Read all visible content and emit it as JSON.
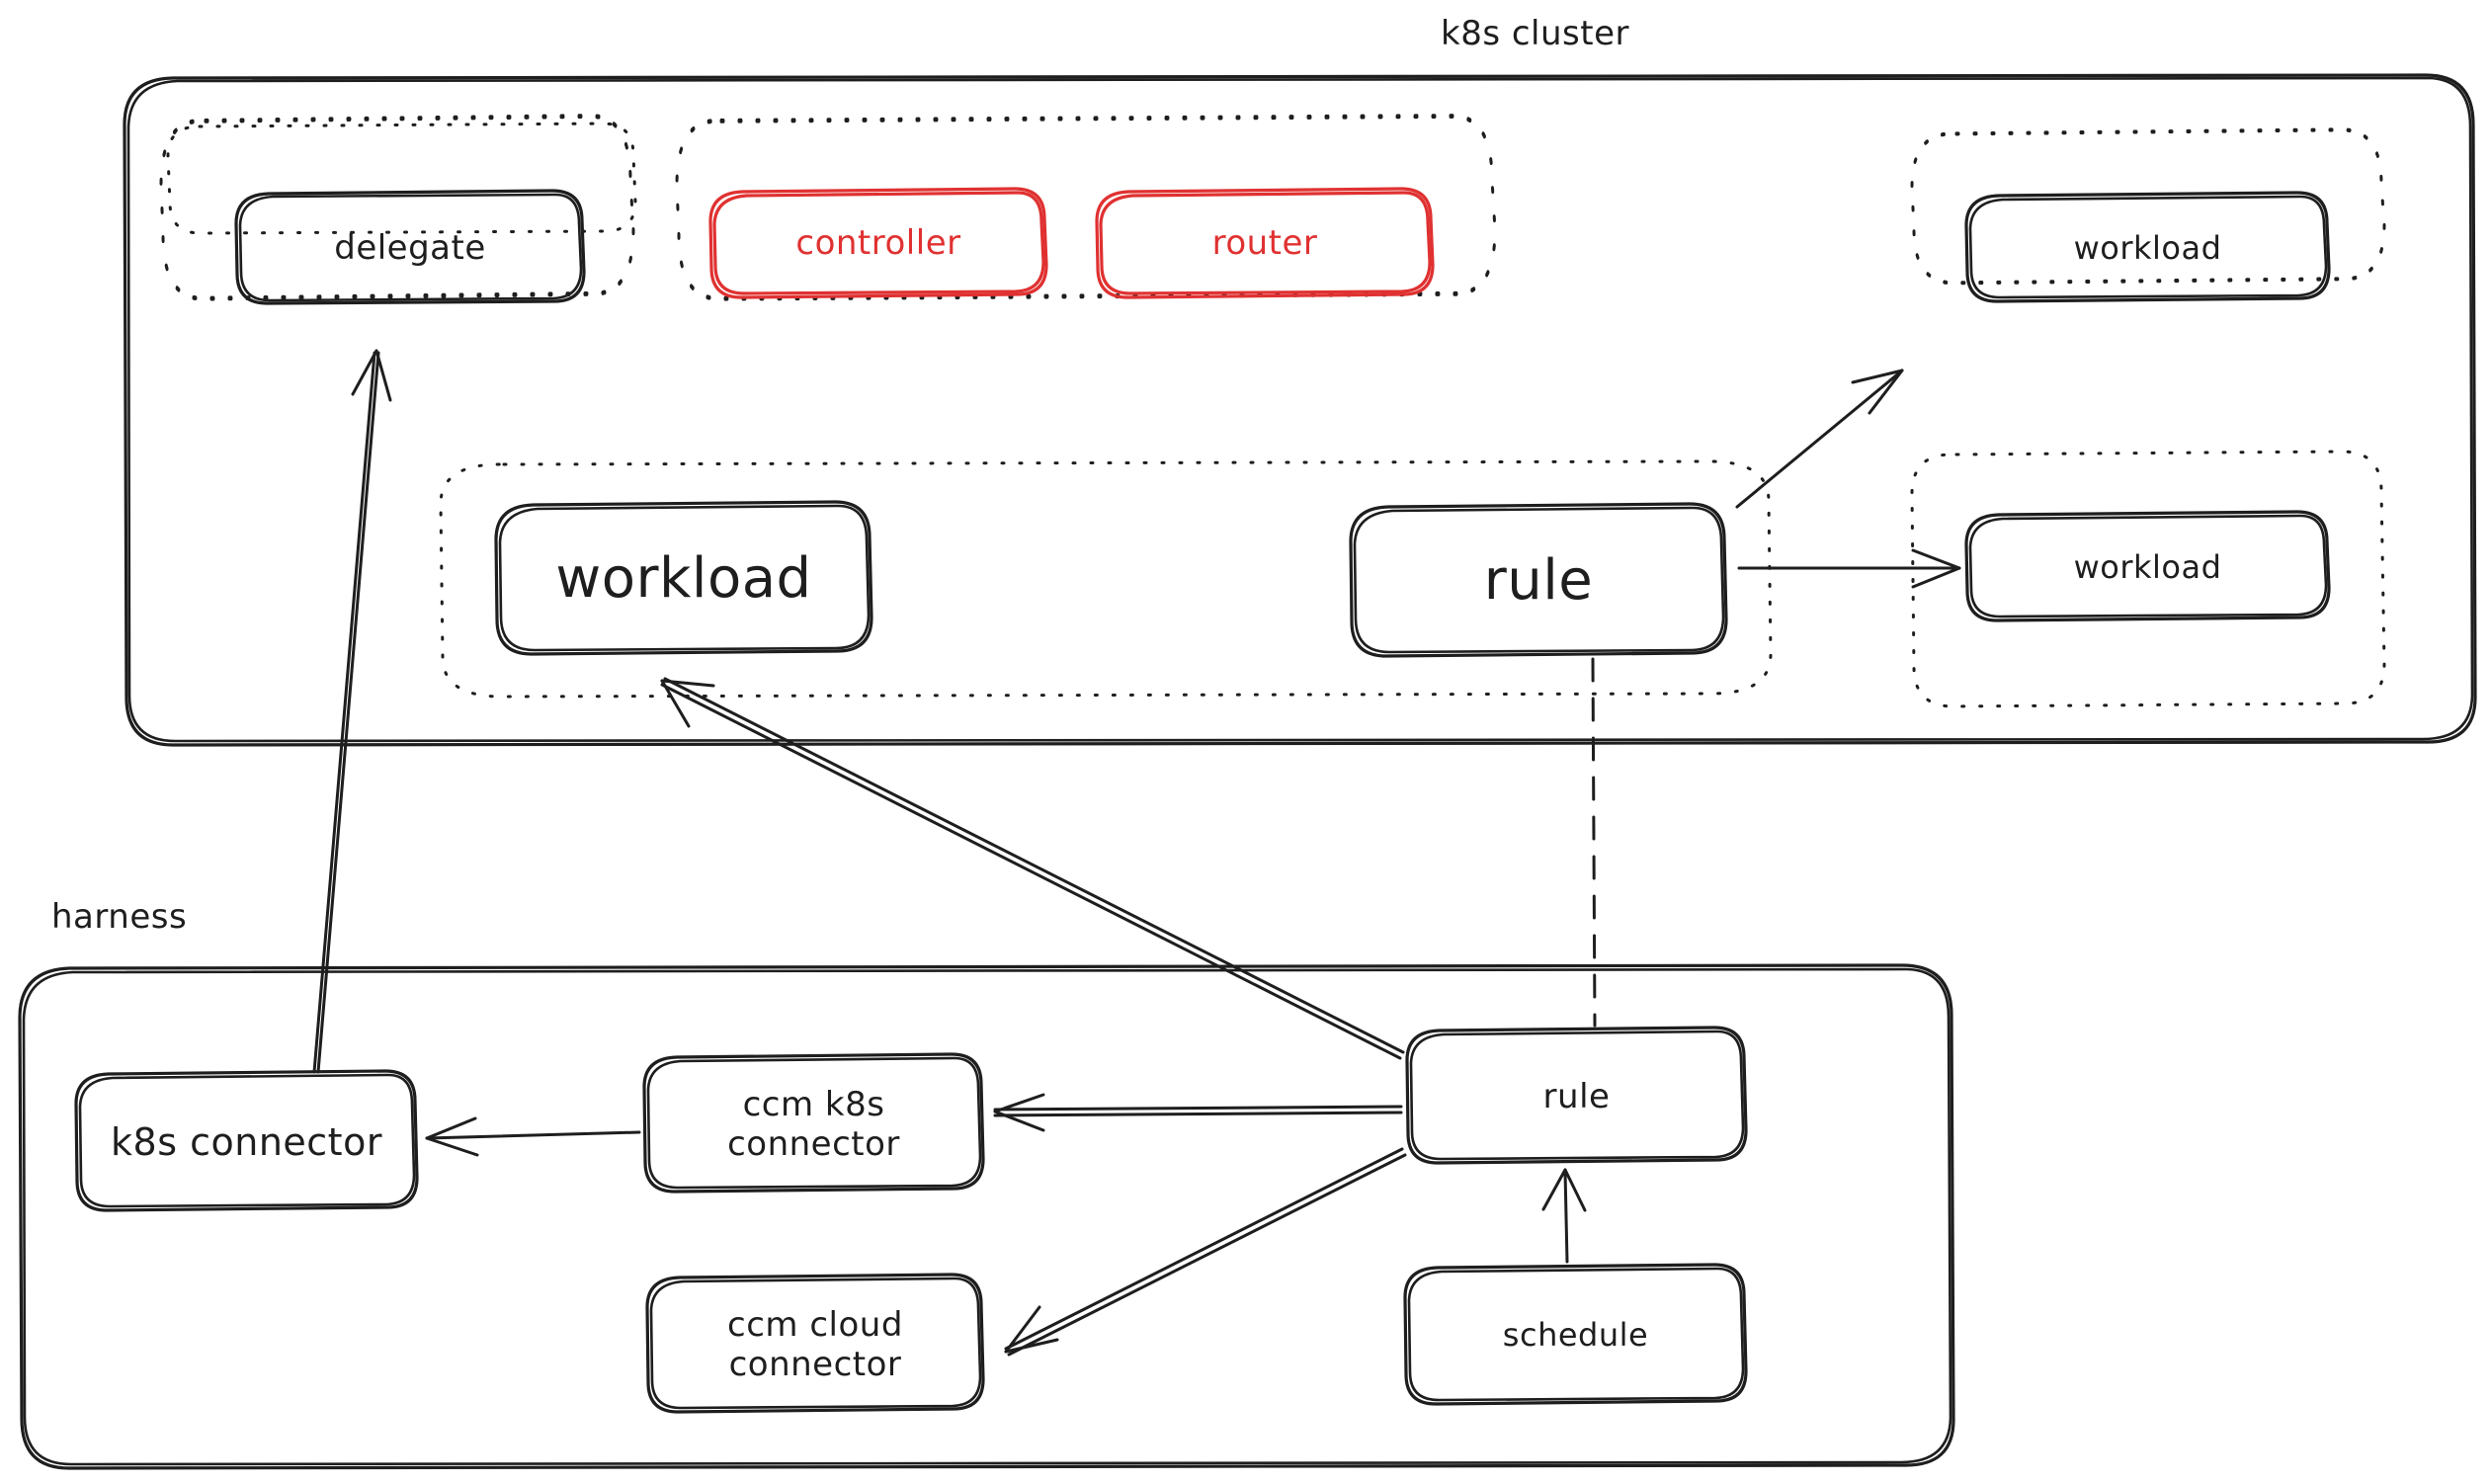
{
  "diagram": {
    "title": "k8s cluster and harness architecture",
    "style": "hand-drawn sketch (excalidraw)",
    "colors": {
      "stroke": "#1e1e1e",
      "accent_red": "#e03131",
      "background": "#ffffff"
    }
  },
  "containers": {
    "k8s_cluster": {
      "label": "k8s cluster"
    },
    "harness": {
      "label": "harness"
    }
  },
  "nodes": {
    "delegate": {
      "label": "delegate"
    },
    "controller": {
      "label": "controller",
      "color": "#e03131"
    },
    "router": {
      "label": "router",
      "color": "#e03131"
    },
    "workload_top_right": {
      "label": "workload"
    },
    "workload_mid": {
      "label": "workload"
    },
    "rule_cluster": {
      "label": "rule"
    },
    "workload_bottom_right": {
      "label": "workload"
    },
    "k8s_connector": {
      "label": "k8s connector"
    },
    "ccm_k8s_connector": {
      "label": "ccm k8s\nconnector"
    },
    "ccm_cloud_connector": {
      "label": "ccm cloud\nconnector"
    },
    "rule_harness": {
      "label": "rule"
    },
    "schedule": {
      "label": "schedule"
    }
  },
  "edges": [
    {
      "name": "k8s-connector-to-delegate",
      "from": "k8s_connector",
      "to": "delegate",
      "style": "solid",
      "arrow": "end"
    },
    {
      "name": "harness-rule-to-cluster-workload",
      "from": "rule_harness",
      "to": "workload_mid",
      "style": "solid",
      "arrow": "end"
    },
    {
      "name": "cluster-rule-to-workload-top",
      "from": "rule_cluster",
      "to": "workload_top_right",
      "style": "solid",
      "arrow": "end"
    },
    {
      "name": "cluster-rule-to-workload-bottom",
      "from": "rule_cluster",
      "to": "workload_bottom_right",
      "style": "solid",
      "arrow": "end"
    },
    {
      "name": "cluster-rule-to-harness-rule",
      "from": "rule_cluster",
      "to": "rule_harness",
      "style": "dashed",
      "arrow": "none"
    },
    {
      "name": "ccm-k8s-connector-to-k8s-connector",
      "from": "ccm_k8s_connector",
      "to": "k8s_connector",
      "style": "solid",
      "arrow": "end"
    },
    {
      "name": "harness-rule-to-ccm-k8s-connector",
      "from": "rule_harness",
      "to": "ccm_k8s_connector",
      "style": "solid",
      "arrow": "end"
    },
    {
      "name": "harness-rule-to-ccm-cloud-connector",
      "from": "rule_harness",
      "to": "ccm_cloud_connector",
      "style": "solid",
      "arrow": "end"
    },
    {
      "name": "schedule-to-harness-rule",
      "from": "schedule",
      "to": "rule_harness",
      "style": "solid",
      "arrow": "end"
    }
  ]
}
